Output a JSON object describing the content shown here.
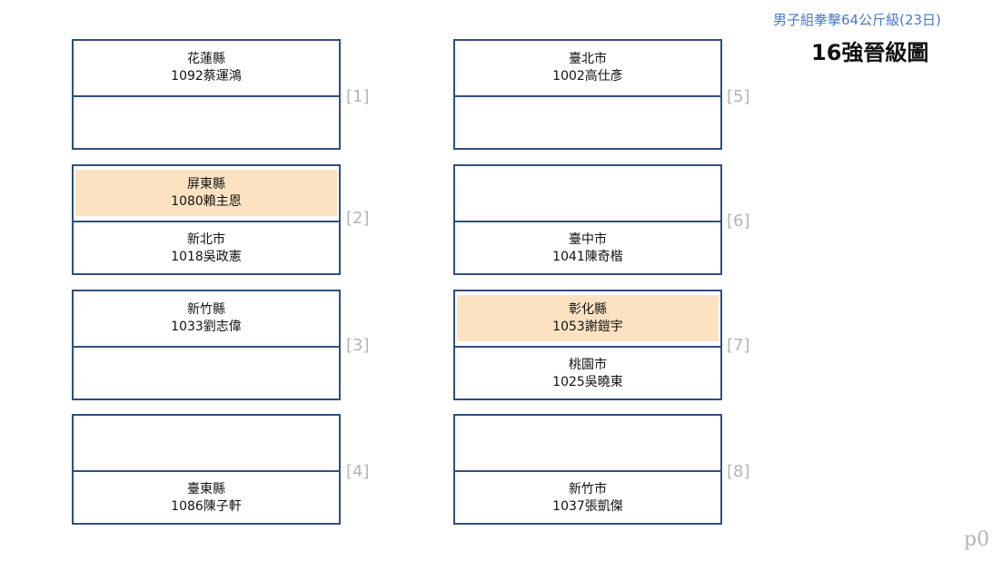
{
  "header": {
    "subtitle": "男子組拳擊64公斤級(23日)",
    "title": "16強晉級圖"
  },
  "matches": [
    {
      "number": "[1]",
      "top": {
        "county": "花蓮縣",
        "athlete": "1092蔡運鴻",
        "winner": false
      },
      "bottom": {
        "county": "",
        "athlete": "",
        "winner": false
      }
    },
    {
      "number": "[2]",
      "top": {
        "county": "屏東縣",
        "athlete": "1080賴主恩",
        "winner": true
      },
      "bottom": {
        "county": "新北市",
        "athlete": "1018吳政憲",
        "winner": false
      }
    },
    {
      "number": "[3]",
      "top": {
        "county": "新竹縣",
        "athlete": "1033劉志偉",
        "winner": false
      },
      "bottom": {
        "county": "",
        "athlete": "",
        "winner": false
      }
    },
    {
      "number": "[4]",
      "top": {
        "county": "",
        "athlete": "",
        "winner": false
      },
      "bottom": {
        "county": "臺東縣",
        "athlete": "1086陳子軒",
        "winner": false
      }
    },
    {
      "number": "[5]",
      "top": {
        "county": "臺北市",
        "athlete": "1002高仕彥",
        "winner": false
      },
      "bottom": {
        "county": "",
        "athlete": "",
        "winner": false
      }
    },
    {
      "number": "[6]",
      "top": {
        "county": "",
        "athlete": "",
        "winner": false
      },
      "bottom": {
        "county": "臺中市",
        "athlete": "1041陳奇楷",
        "winner": false
      }
    },
    {
      "number": "[7]",
      "top": {
        "county": "彰化縣",
        "athlete": "1053謝鎧宇",
        "winner": true
      },
      "bottom": {
        "county": "桃園市",
        "athlete": "1025吳曉東",
        "winner": false
      }
    },
    {
      "number": "[8]",
      "top": {
        "county": "",
        "athlete": "",
        "winner": false
      },
      "bottom": {
        "county": "新竹市",
        "athlete": "1037張凱傑",
        "winner": false
      }
    }
  ],
  "page_marker": "p0",
  "colors": {
    "border": "#2f4f7f",
    "winner_highlight": "#fde2c1",
    "subtitle": "#4a78c8",
    "match_number": "#b5b5b5"
  }
}
